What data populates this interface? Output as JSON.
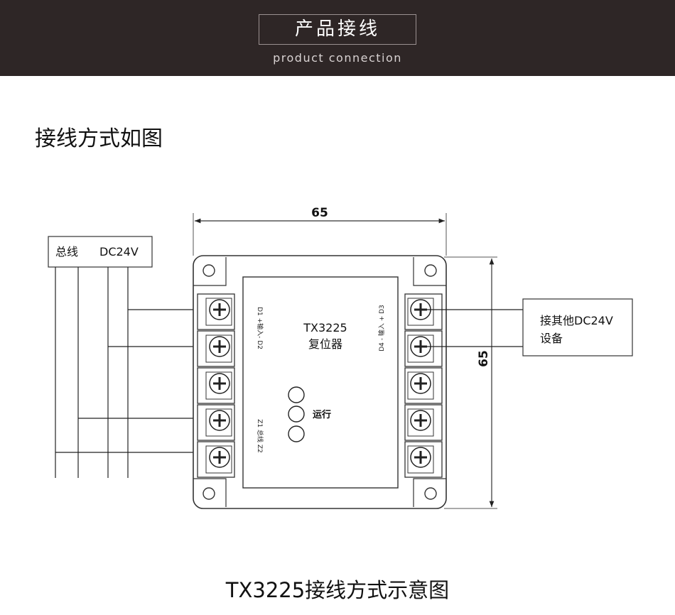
{
  "header": {
    "title": "产品接线",
    "subtitle": "product connection"
  },
  "section": {
    "heading": "接线方式如图"
  },
  "diagram": {
    "width_label": "65",
    "height_label": "65",
    "left_box": {
      "label_bus": "总线",
      "label_power": "DC24V"
    },
    "right_box": {
      "line1": "接其他DC24V",
      "line2": "设备"
    },
    "device": {
      "model": "TX3225",
      "name": "复位器",
      "led_label": "运行"
    },
    "terminal_labels": {
      "d1": "D1 +输入- D2",
      "z": "Z1 总线 Z2",
      "d3": "D4 - 输入 + D3"
    }
  },
  "caption": "TX3225接线方式示意图"
}
